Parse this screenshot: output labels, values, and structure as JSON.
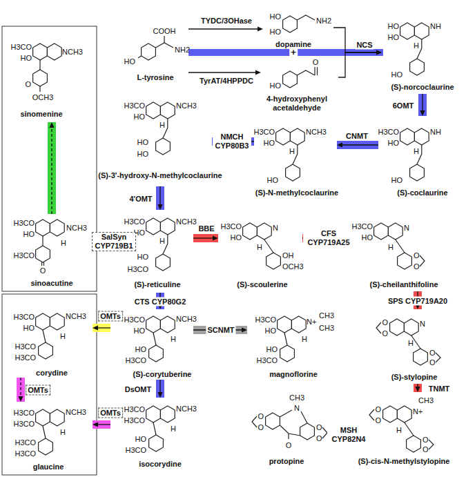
{
  "diagram": {
    "nodes": [
      {
        "text": [
          "COOH",
          "NH2",
          "HO",
          "L-tyrosine"
        ]
      },
      {
        "text": [
          "HO",
          "HO",
          "NH2",
          "dopamine"
        ]
      },
      {
        "text": [
          "HO",
          "O",
          "4-hydroxyphenyl acetaldehyde"
        ]
      },
      {
        "text": [
          "HO",
          "HO",
          "NH",
          "H",
          "HO",
          "(S)-norcoclaurine"
        ]
      },
      {
        "text": [
          "H3CO",
          "HO",
          "NH",
          "H",
          "HO",
          "(S)-coclaurine"
        ]
      },
      {
        "text": [
          "H3CO",
          "HO",
          "NCH3",
          "H",
          "HO",
          "(S)-N-methylcoclaurine"
        ]
      },
      {
        "text": [
          "H3CO",
          "HO",
          "NCH3",
          "H",
          "HO",
          "HO",
          "(S)-3'-hydroxy-N-methylcoclaurine"
        ]
      },
      {
        "text": [
          "H3CO",
          "HO",
          "NCH3",
          "H",
          "HO",
          "H3CO",
          "(S)-reticuline"
        ]
      },
      {
        "text": [
          "H3CO",
          "HO",
          "N",
          "H",
          "OH",
          "OCH3",
          "(S)-scoulerine"
        ]
      },
      {
        "text": [
          "H3CO",
          "HO",
          "N",
          "H",
          "O",
          "O",
          "(S)-cheilanthifoline"
        ]
      },
      {
        "text": [
          "O",
          "O",
          "N",
          "H",
          "O",
          "O",
          "(S)-stylopine"
        ]
      },
      {
        "text": [
          "O",
          "O",
          "N+",
          "CH3",
          "H",
          "O",
          "O",
          "(S)-cis-N-methylstylopine"
        ]
      },
      {
        "text": [
          "O",
          "O",
          "N",
          "CH3",
          "O",
          "O",
          "O",
          "protopine"
        ]
      },
      {
        "text": [
          "H3CO",
          "HO",
          "NCH3",
          "H",
          "HO",
          "H3CO",
          "(S)-corytuberine"
        ]
      },
      {
        "text": [
          "H3CO",
          "HO",
          "N+",
          "CH3",
          "CH3",
          "H",
          "HO",
          "H3CO",
          "magnoflorine"
        ]
      },
      {
        "text": [
          "H3CO",
          "H3CO",
          "NCH3",
          "H",
          "HO",
          "H3CO",
          "isocorydine"
        ]
      },
      {
        "text": [
          "H3CO",
          "HO",
          "NCH3",
          "H",
          "H3CO",
          "H3CO",
          "corydine"
        ]
      },
      {
        "text": [
          "H3CO",
          "H3CO",
          "NCH3",
          "H",
          "H3CO",
          "H3CO",
          "glaucine"
        ]
      },
      {
        "text": [
          "H3CO",
          "HO",
          "NCH3",
          "H",
          "H3CO",
          "O",
          "sinoacutine"
        ]
      },
      {
        "text": [
          "H3CO",
          "HO",
          "NCH3",
          "O",
          "OCH3",
          "sinomenine"
        ]
      }
    ],
    "edges": [
      {
        "from": 0,
        "to": 1,
        "label": "TYDC/3OHase",
        "arrow": "to"
      },
      {
        "from": 0,
        "to": 2,
        "label": "TyrAT/4HPPDC",
        "arrow": "to"
      },
      {
        "from": 1,
        "to": 3,
        "label": "NCS",
        "arrow": "to"
      },
      {
        "from": 2,
        "to": 3,
        "arrow": "to"
      },
      {
        "from": 3,
        "to": 4,
        "label": "6OMT",
        "arrow": "to"
      },
      {
        "from": 4,
        "to": 5,
        "label": "CNMT",
        "arrow": "to"
      },
      {
        "from": 5,
        "to": 6,
        "label": "NMCH CYP80B3",
        "arrow": "to"
      },
      {
        "from": 6,
        "to": 7,
        "label": "4'OMT",
        "arrow": "to"
      },
      {
        "from": 7,
        "to": 8,
        "label": "BBE",
        "arrow": "to"
      },
      {
        "from": 8,
        "to": 9,
        "label": "CFS CYP719A25",
        "arrow": "to"
      },
      {
        "from": 9,
        "to": 10,
        "label": "SPS CYP719A20",
        "arrow": "to"
      },
      {
        "from": 10,
        "to": 11,
        "label": "TNMT",
        "arrow": "to"
      },
      {
        "from": 11,
        "to": 12,
        "label": "MSH CYP82N4",
        "arrow": "to"
      },
      {
        "from": 7,
        "to": 13,
        "label": "CTS CYP80G2",
        "arrow": "to"
      },
      {
        "from": 13,
        "to": 14,
        "label": "SCNMT",
        "arrow": "to"
      },
      {
        "from": 13,
        "to": 15,
        "label": "DsOMT",
        "arrow": "to"
      },
      {
        "from": 13,
        "to": 16,
        "label": "OMTs",
        "arrow": "to"
      },
      {
        "from": 16,
        "to": 17,
        "label": "OMTs",
        "arrow": "to"
      },
      {
        "from": 15,
        "to": 17,
        "label": "OMTs",
        "arrow": "to"
      },
      {
        "from": 7,
        "to": 18,
        "label": "SalSyn CYP719B1",
        "arrow": "to"
      },
      {
        "from": 18,
        "to": 19,
        "arrow": "to"
      }
    ],
    "labels": [
      "+"
    ]
  }
}
